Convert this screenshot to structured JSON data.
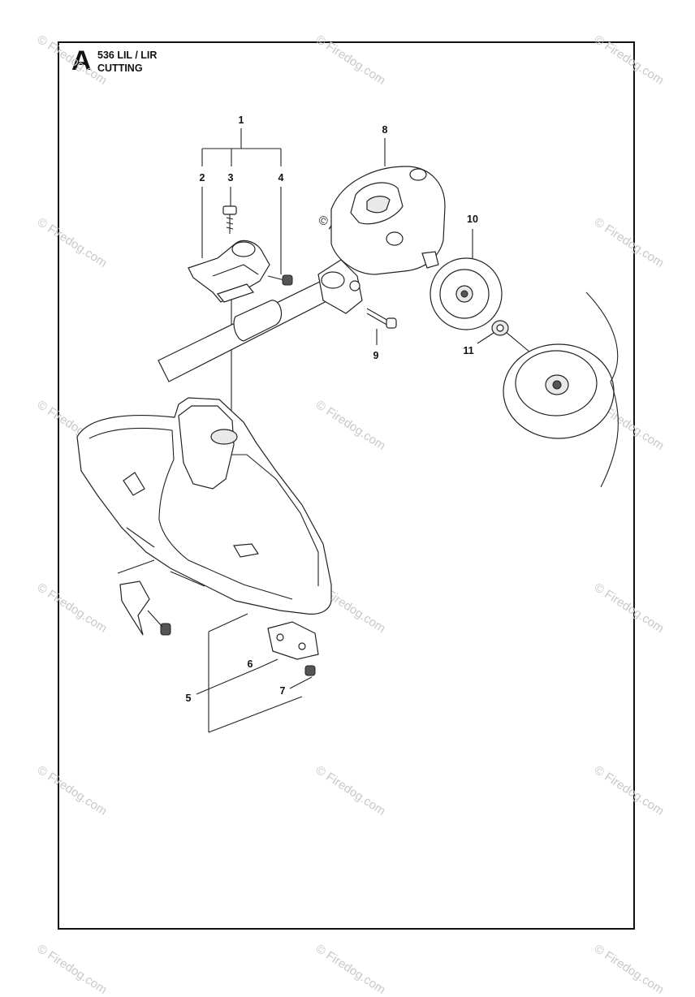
{
  "header": {
    "section_letter": "A",
    "model": "536 LIL / LIR",
    "section": "CUTTING"
  },
  "callouts": [
    "1",
    "2",
    "3",
    "4",
    "5",
    "6",
    "7",
    "8",
    "9",
    "10",
    "11"
  ],
  "watermark": {
    "text": "© Firedog.com",
    "color": "#c8c8c8"
  }
}
